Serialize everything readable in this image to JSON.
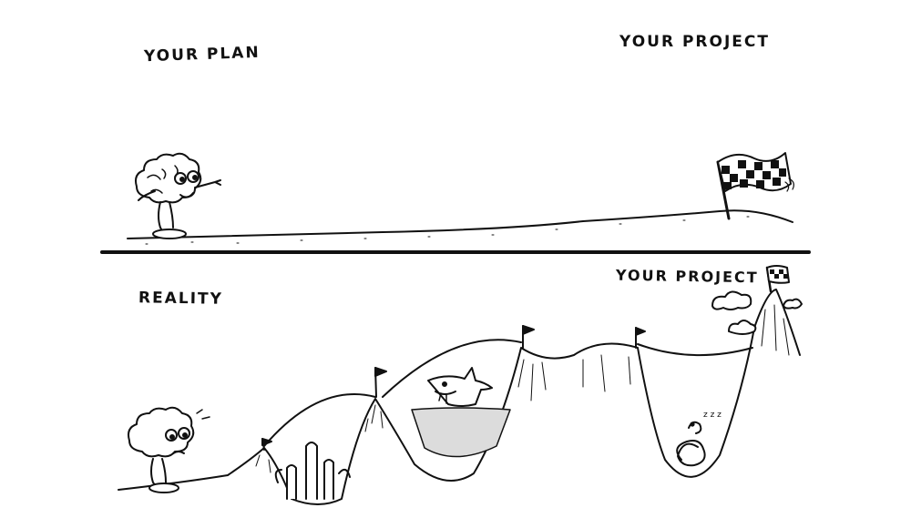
{
  "plan": {
    "start_label": "YOUR PLAN",
    "goal_label": "YOUR PROJECT"
  },
  "reality": {
    "start_label": "REALITY",
    "goal_label": "YOUR PROJECT",
    "sleep_text": "z z z"
  },
  "icons": [
    "brain-character-happy-icon",
    "brain-character-worried-icon",
    "checkered-flag-icon",
    "shark-icon",
    "snake-icon",
    "cactus-icon",
    "cloud-icon",
    "small-flag-icon"
  ],
  "colors": {
    "ink": "#111111",
    "paper": "#ffffff",
    "water": "#dcdcdc"
  }
}
